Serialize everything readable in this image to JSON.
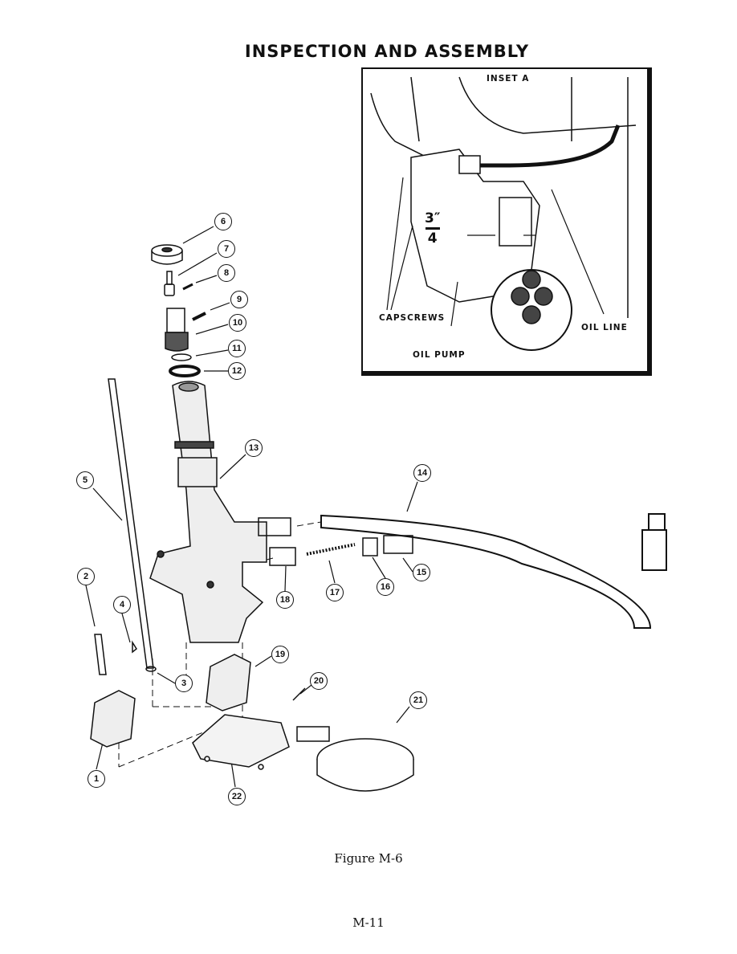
{
  "title": "INSPECTION AND ASSEMBLY",
  "inset": {
    "title": "INSET A",
    "labels": {
      "capscrews": "CAPSCREWS",
      "oil_pump": "OIL PUMP",
      "oil_line": "OIL LINE"
    },
    "dimension": {
      "numerator": "3″",
      "denominator": "4"
    }
  },
  "callouts": [
    "1",
    "2",
    "3",
    "4",
    "5",
    "6",
    "7",
    "8",
    "9",
    "10",
    "11",
    "12",
    "13",
    "14",
    "15",
    "16",
    "17",
    "18",
    "19",
    "20",
    "21",
    "22"
  ],
  "caption": "Figure M-6",
  "page_number": "M-11"
}
